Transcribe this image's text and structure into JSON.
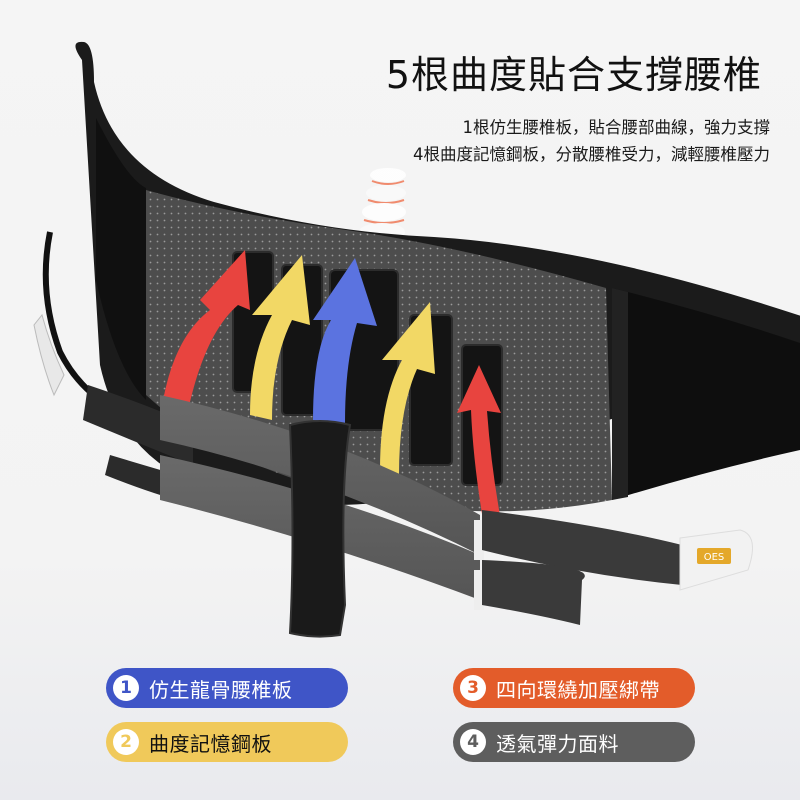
{
  "header": {
    "title": "5根曲度貼合支撐腰椎",
    "subtitle_lines": [
      "1根仿生腰椎板，貼合腰部曲線，強力支撐",
      "4根曲度記憶鋼板，分散腰椎受力，減輕腰椎壓力"
    ]
  },
  "product": {
    "brand_tag": "OES",
    "arrows": [
      {
        "color": "#e8443f",
        "position": "left"
      },
      {
        "color": "#f2d865",
        "position": "left-center"
      },
      {
        "color": "#5b73e0",
        "position": "center"
      },
      {
        "color": "#f2d865",
        "position": "right-center"
      },
      {
        "color": "#e8443f",
        "position": "right"
      }
    ]
  },
  "features": [
    {
      "number": "1",
      "label": "仿生龍骨腰椎板",
      "bg": "#3f55c7",
      "text_color": "#ffffff",
      "num_color": "#3f55c7"
    },
    {
      "number": "2",
      "label": "曲度記憶鋼板",
      "bg": "#f0c95a",
      "text_color": "#111111",
      "num_color": "#f0c95a"
    },
    {
      "number": "3",
      "label": "四向環繞加壓綁帶",
      "bg": "#e35c2a",
      "text_color": "#ffffff",
      "num_color": "#e35c2a"
    },
    {
      "number": "4",
      "label": "透氣彈力面料",
      "bg": "#5e5e5e",
      "text_color": "#ffffff",
      "num_color": "#5e5e5e"
    }
  ]
}
